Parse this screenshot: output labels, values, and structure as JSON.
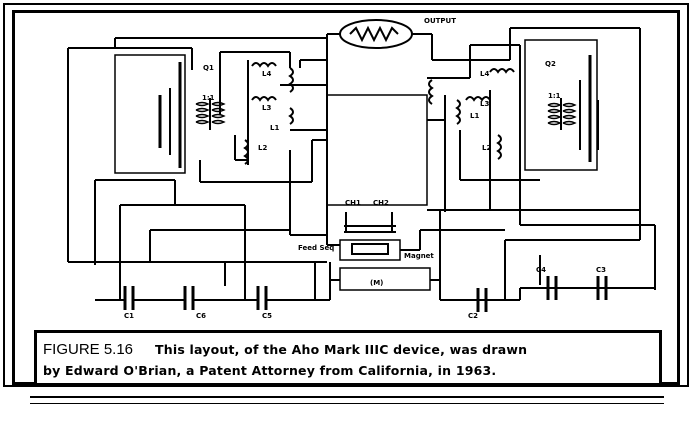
{
  "labels": {
    "output": "OUTPUT",
    "q1": "Q1",
    "q2": "Q2",
    "l4_left": "L4",
    "l4_right": "L4",
    "l3_left": "L3",
    "l3_right": "L3",
    "l2_left": "L2",
    "l1_left": "L1",
    "l1_right": "L1",
    "l2_right": "L2",
    "ratio_left": "1:1",
    "ratio_right": "1:1",
    "ch1": "CH1",
    "ch2": "CH2",
    "feed_seq": "Feed Seq",
    "magnet": "Magnet",
    "m_box": "(M)",
    "c1": "C1",
    "c2": "C2",
    "c3": "C3",
    "c4": "C4",
    "c5": "C5",
    "c6": "C6"
  },
  "caption": {
    "figure": "FIGURE 5.16",
    "line1": "This layout, of  the Aho Mark IIIC device, was drawn",
    "line2": "by Edward O'Brian, a Patent  Attorney from California,  in 1963."
  }
}
